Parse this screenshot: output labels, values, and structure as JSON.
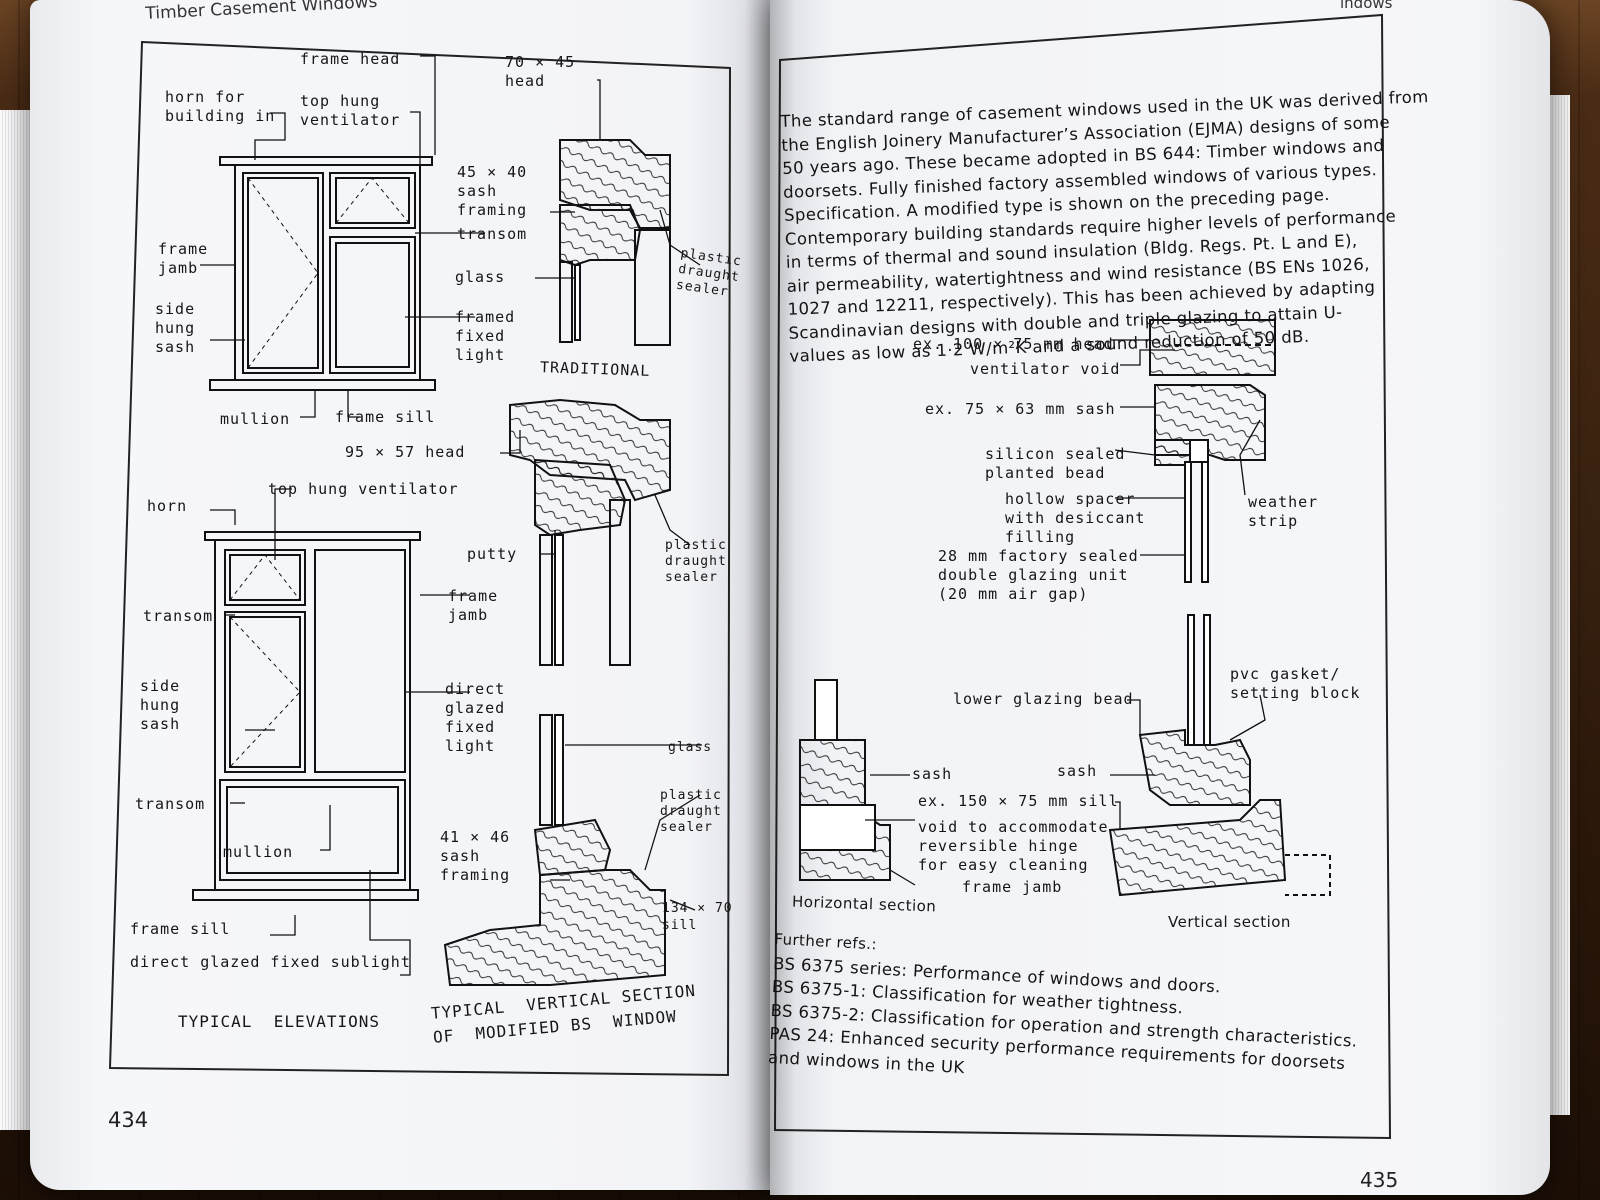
{
  "left_page": {
    "running_head": "Timber Casement Windows",
    "page_number": "434",
    "labels": {
      "frame_head": "frame head",
      "horn_for_building_in": "horn for\nbuilding in",
      "top_hung_ventilator": "top hung\nventilator",
      "frame_jamb": "frame\njamb",
      "side_hung_sash": "side\nhung\nsash",
      "mullion": "mullion",
      "frame_sill": "frame sill",
      "head_70x45": "70 × 45\nhead",
      "sash_framing_45x40": "45 × 40\nsash\nframing",
      "transom": "transom",
      "glass": "glass",
      "framed_fixed_light": "framed\nfixed\nlight",
      "plastic_draught_sealer": "plastic\ndraught\nsealer",
      "traditional": "TRADITIONAL",
      "head_95x57": "95 × 57 head",
      "putty": "putty",
      "horn": "horn",
      "top_hung_ventilator_2": "top hung ventilator",
      "transom_2": "transom",
      "frame_jamb_2": "frame\njamb",
      "side_hung_sash_2": "side\nhung\nsash",
      "direct_glazed_fixed_light": "direct\nglazed\nfixed\nlight",
      "glass_2": "glass",
      "plastic_draught_sealer_2": "plastic\ndraught\nsealer",
      "plastic_draught_sealer_3": "plastic\ndraught\nsealer",
      "transom_3": "transom",
      "mullion_2": "mullion",
      "sash_framing_41x46": "41 × 46\nsash\nframing",
      "sill_134x70": "134 × 70\nsill",
      "frame_sill_2": "frame sill",
      "direct_glazed_fixed_sublight": "direct glazed fixed sublight",
      "typical_elevations": "TYPICAL  ELEVATIONS",
      "typical_vertical_section": "TYPICAL  VERTICAL SECTION\nOF  MODIFIED BS  WINDOW"
    }
  },
  "right_page": {
    "running_head": "indows",
    "page_number": "435",
    "intro_lines": [
      "The standard range of casement windows used in the UK was derived from",
      "the English Joinery Manufacturer’s Association (EJMA) designs of some",
      "50 years ago. These became adopted in BS 644: Timber windows and",
      "doorsets. Fully finished factory assembled windows of various types.",
      "Specification. A modified type is shown on the preceding page.",
      "Contemporary building standards require higher levels of performance",
      "in terms of thermal and sound insulation (Bldg. Regs. Pt. L and E),",
      "air permeability, watertightness and wind resistance (BS ENs 1026,",
      "1027 and 12211, respectively). This has been achieved by adapting",
      "Scandinavian designs with double and triple glazing to attain U-",
      "values as low as 1·2 W/m²K and a sound reduction of 50 dB."
    ],
    "labels": {
      "head_100x75": "ex. 100 × 75 mm head",
      "ventilator_void": "ventilator void",
      "sash_75x63": "ex. 75 × 63 mm sash",
      "silicon_sealed_bead": "silicon sealed\nplanted bead",
      "hollow_spacer": "hollow spacer\nwith desiccant\nfilling",
      "weather_strip": "weather\nstrip",
      "glazing_unit": "28 mm factory sealed\ndouble glazing unit\n(20 mm air gap)",
      "pvc_gasket": "pvc gasket/\nsetting block",
      "lower_glazing_bead": "lower glazing bead",
      "sash_h": "sash",
      "sash_v": "sash",
      "sill_150x75": "ex. 150 × 75 mm sill",
      "void_hinge": "void to accommodate\nreversible hinge\nfor easy cleaning",
      "frame_jamb": "frame jamb",
      "horizontal_section": "Horizontal section",
      "vertical_section": "Vertical section"
    },
    "refs": [
      "Further refs.:",
      "BS 6375 series: Performance of windows and doors.",
      "BS 6375-1: Classification for weather tightness.",
      "BS 6375-2: Classification for operation and strength characteristics.",
      "PAS 24: Enhanced security performance requirements for doorsets",
      "and windows in the UK"
    ]
  }
}
